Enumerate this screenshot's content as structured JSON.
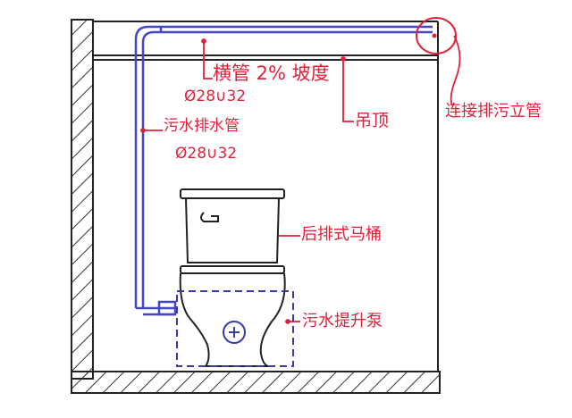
{
  "diagram": {
    "colors": {
      "ink": "#222222",
      "pipe": "#4545c8",
      "annotation": "#e0203a",
      "pump_box": "#3a3aa8",
      "hatch": "#333333"
    },
    "labels": {
      "horizontal_pipe_slope": "横管 2% 坡度",
      "horizontal_pipe_diameter": "Ø28∪32",
      "drain_pipe": "污水排水管",
      "drain_pipe_diameter": "Ø28∪32",
      "suspended_ceiling": "吊顶",
      "riser_connection": "连接排污立管",
      "rear_outlet_toilet": "后排式马桶",
      "sewage_pump": "污水提升泵"
    }
  }
}
